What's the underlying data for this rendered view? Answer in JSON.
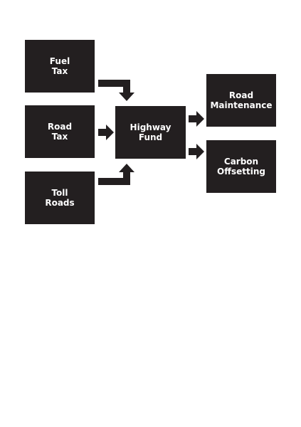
{
  "diagram": {
    "nodes": {
      "fuel_tax": {
        "line1": "Fuel",
        "line2": "Tax"
      },
      "road_tax": {
        "line1": "Road",
        "line2": "Tax"
      },
      "toll_roads": {
        "line1": "Toll",
        "line2": "Roads"
      },
      "highway_fund": {
        "line1": "Highway",
        "line2": "Fund"
      },
      "road_maintenance": {
        "line1": "Road",
        "line2": "Maintenance"
      },
      "carbon_offsetting": {
        "line1": "Carbon",
        "line2": "Offsetting"
      }
    },
    "edges": [
      {
        "from": "fuel_tax",
        "to": "highway_fund"
      },
      {
        "from": "road_tax",
        "to": "highway_fund"
      },
      {
        "from": "toll_roads",
        "to": "highway_fund"
      },
      {
        "from": "highway_fund",
        "to": "road_maintenance"
      },
      {
        "from": "highway_fund",
        "to": "carbon_offsetting"
      }
    ],
    "colors": {
      "box_fill": "#231f20",
      "box_text": "#ffffff",
      "arrow": "#231f20"
    }
  }
}
